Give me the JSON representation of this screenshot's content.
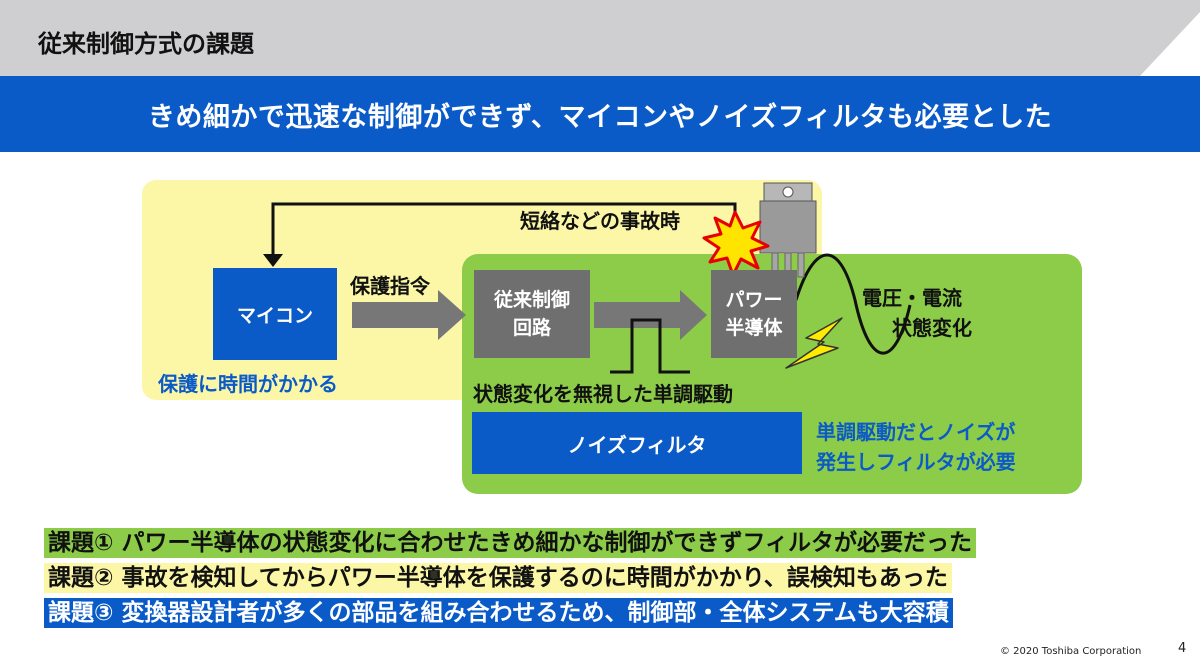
{
  "header": {
    "title": "従来制御方式の課題",
    "subtitle": "きめ細かで迅速な制御ができず、マイコンやノイズフィルタも必要とした"
  },
  "diagram": {
    "accident_label": "短絡などの事故時",
    "protect_label": "保護指令",
    "mcu_label": "マイコン",
    "control_circuit_line1": "従来制御",
    "control_circuit_line2": "回路",
    "power_semi_line1": "パワー",
    "power_semi_line2": "半導体",
    "voltage_label": "電圧・電流",
    "state_change_label": "状態変化",
    "slow_protect_label": "保護に時間がかかる",
    "monotonic_drive_label": "状態変化を無視した単調駆動",
    "noise_filter_label": "ノイズフィルタ",
    "noise_note_line1": "単調駆動だとノイズが",
    "noise_note_line2": "発生しフィルタが必要"
  },
  "issues": [
    "課題① パワー半導体の状態変化に合わせたきめ細かな制御ができずフィルタが必要だった",
    "課題② 事故を検知してからパワー半導体を保護するのに時間がかかり、誤検知もあった",
    "課題③ 変換器設計者が多くの部品を組み合わせるため、制御部・全体システムも大容積"
  ],
  "footer": {
    "copyright": "© 2020 Toshiba Corporation",
    "page": "4"
  },
  "colors": {
    "accent_blue": "#0a5ac8",
    "panel_yellow": "#fbf7a6",
    "panel_green": "#8ccc48",
    "box_gray": "#6f6f6f",
    "header_gray": "#cfcfd2"
  }
}
